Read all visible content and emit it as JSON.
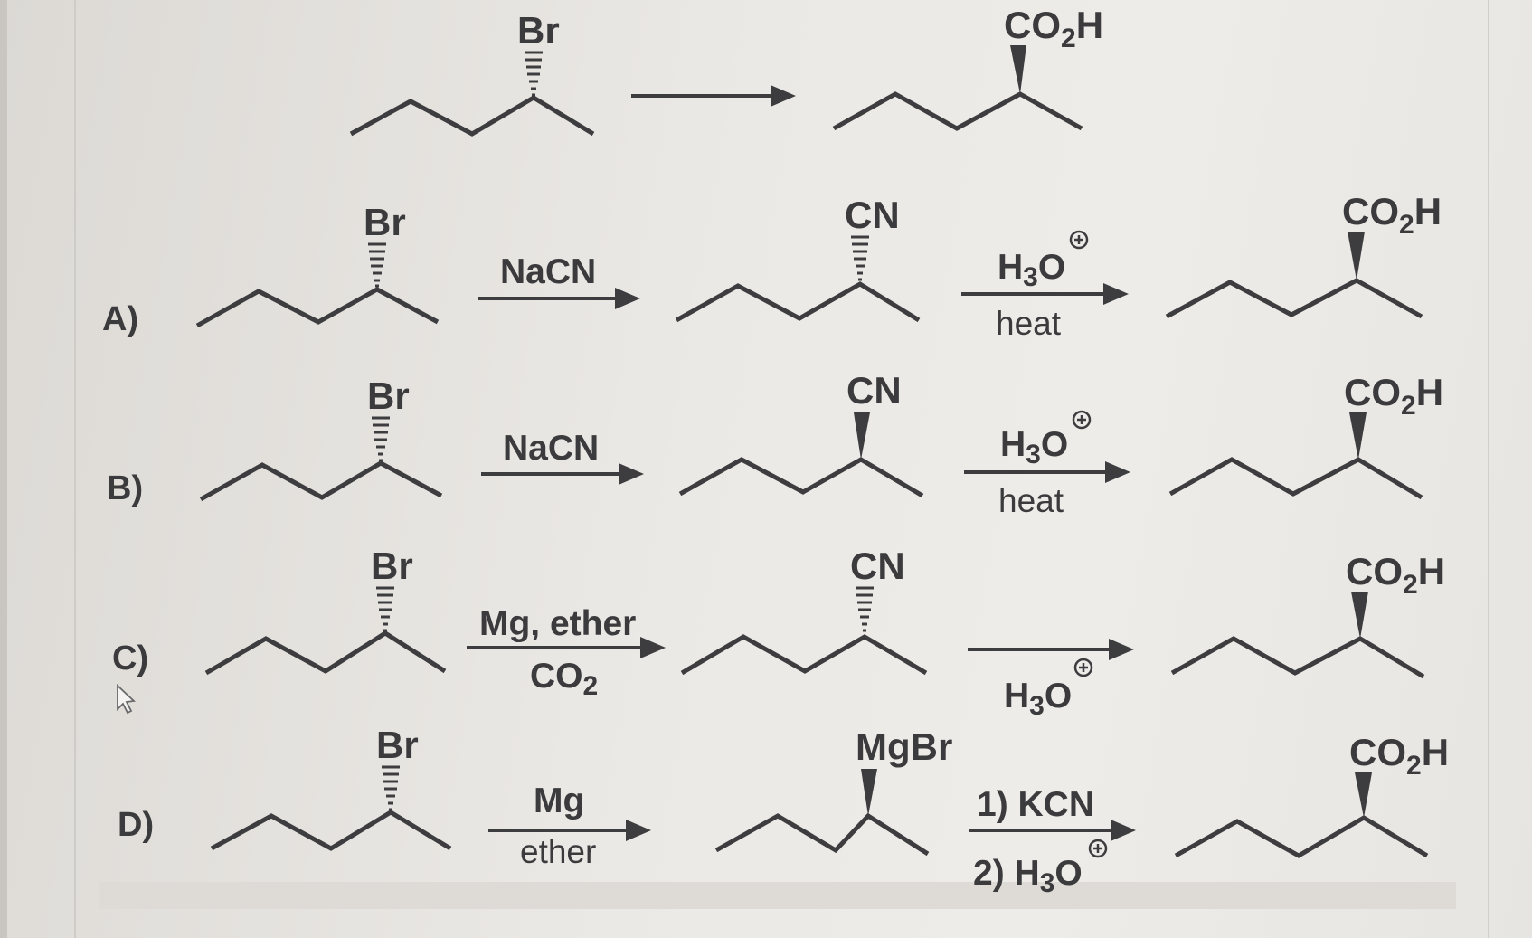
{
  "question": {
    "reactant_group": "Br",
    "product_group": "CO2H"
  },
  "options": [
    {
      "label": "A)",
      "start_group": "Br",
      "step1_top": "NaCN",
      "step1_bottom": "",
      "intermediate_group": "CN",
      "step2_top": "H3O+",
      "step2_bottom": "heat",
      "product_group": "CO2H"
    },
    {
      "label": "B)",
      "start_group": "Br",
      "step1_top": "NaCN",
      "step1_bottom": "",
      "intermediate_group": "CN",
      "step2_top": "H3O+",
      "step2_bottom": "heat",
      "product_group": "CO2H"
    },
    {
      "label": "C)",
      "start_group": "Br",
      "step1_top": "Mg, ether",
      "step1_bottom": "CO2",
      "intermediate_group": "CN",
      "step2_top": "",
      "step2_bottom": "H3O+",
      "product_group": "CO2H"
    },
    {
      "label": "D)",
      "start_group": "Br",
      "step1_top": "Mg",
      "step1_bottom": "ether",
      "intermediate_group": "MgBr",
      "step2_top": "1) KCN",
      "step2_bottom": "2) H3O+",
      "product_group": "CO2H"
    }
  ],
  "colors": {
    "ink": "#3d3d40",
    "background": "#ebe9e5"
  },
  "icons": [
    "cursor-arrow-icon",
    "positive-charge-icon"
  ]
}
